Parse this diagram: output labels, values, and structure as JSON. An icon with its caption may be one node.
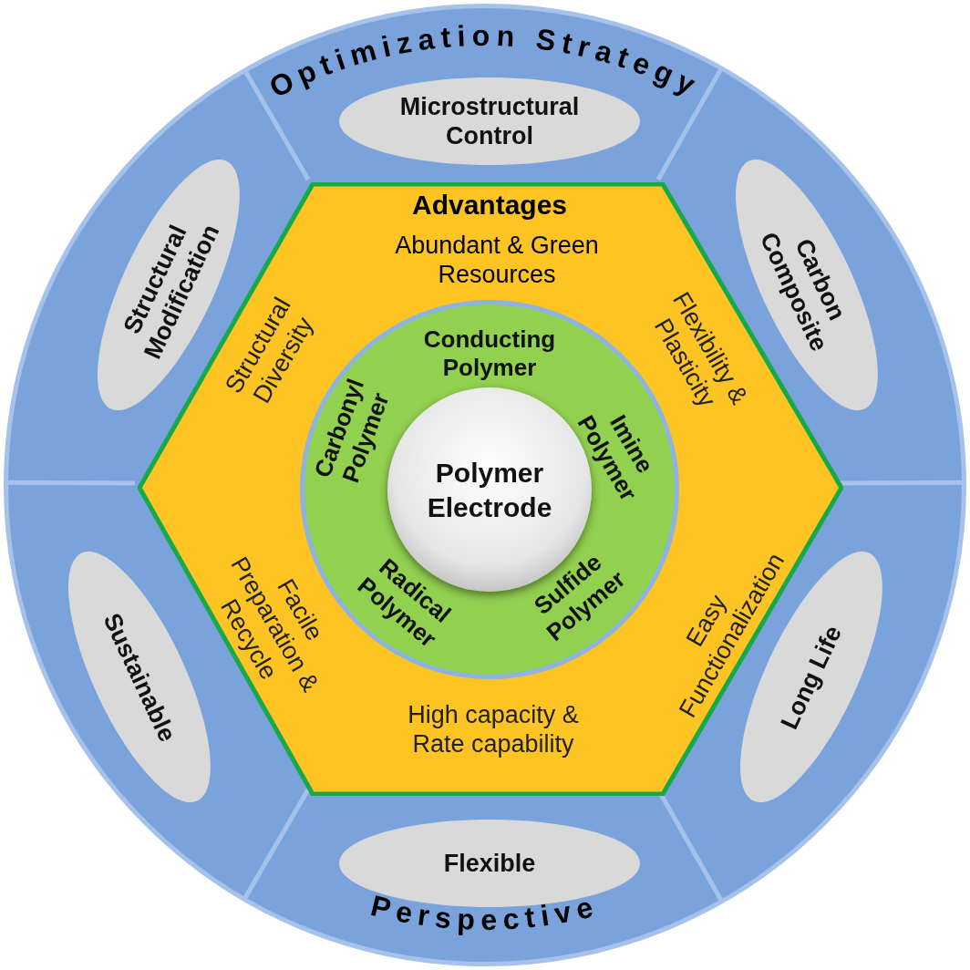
{
  "diagram": {
    "nodes": [
      {
        "text": [
          "Optimization Strategy",
          "Perspective"
        ]
      },
      {
        "text": [
          "Microstructural Control"
        ],
        "in": 0
      },
      {
        "text": [
          "Carbon Composite"
        ],
        "in": 0
      },
      {
        "text": [
          "Long Life"
        ],
        "in": 0
      },
      {
        "text": [
          "Flexible"
        ],
        "in": 0
      },
      {
        "text": [
          "Sustainable"
        ],
        "in": 0
      },
      {
        "text": [
          "Structural Modification"
        ],
        "in": 0
      },
      {
        "text": [
          "Advantages",
          "Abundant & Green Resources",
          "Flexibility & Plasticity",
          "Easy Functionalization",
          "High capacity & Rate capability",
          "Facile Preparation & Recycle",
          "Structural Diversity"
        ],
        "in": 0
      },
      {
        "text": [
          "Conducting Polymer",
          "Imine Polymer",
          "Sulfide Polymer",
          "Radical Polymer",
          "Carbonyl Polymer"
        ],
        "in": 7
      },
      {
        "text": [
          "Polymer Electrode"
        ],
        "in": 8
      }
    ]
  }
}
